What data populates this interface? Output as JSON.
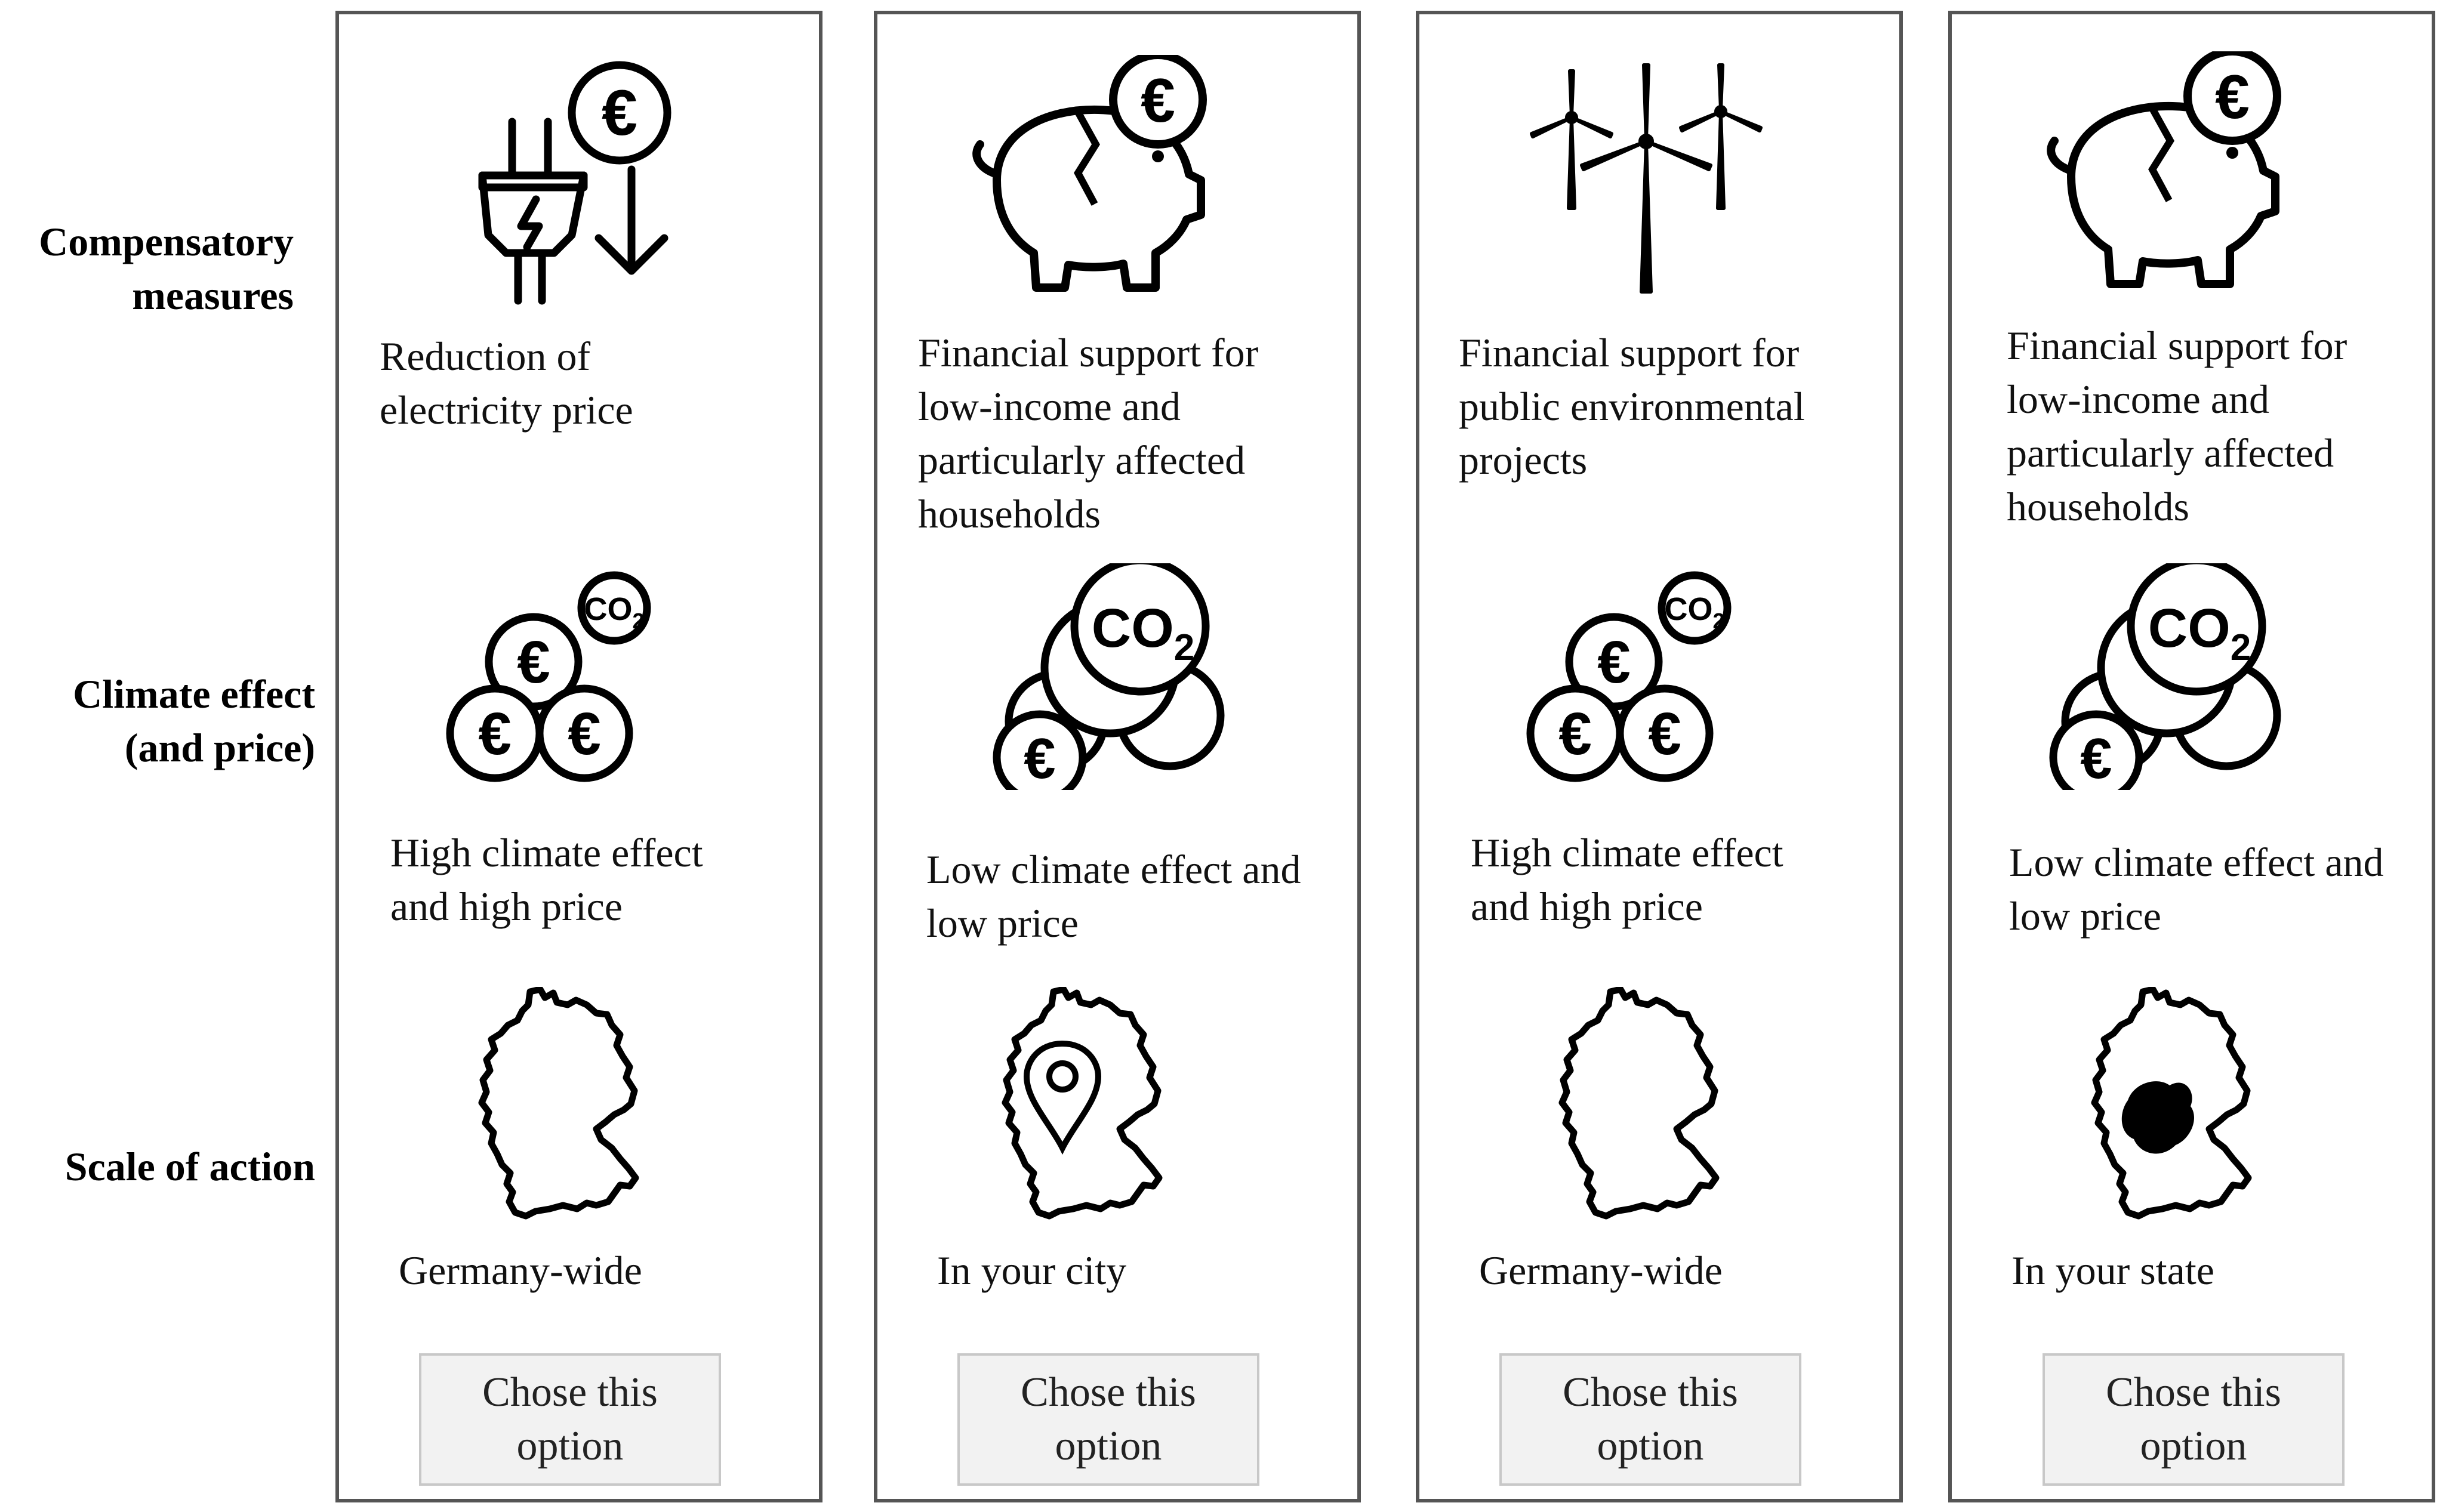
{
  "row_labels": {
    "compensatory": "Compensatory\nmeasures",
    "climate": "Climate effect\n(and price)",
    "scale": "Scale of action"
  },
  "options": [
    {
      "measure_icon": "electric-plug-euro-down-icon",
      "measure": "Reduction of\nelectricity price",
      "climate_icon": "euro-coins-small-co2-icon",
      "climate": "High climate effect\nand high price",
      "scale_icon": "germany-map-icon",
      "scale": "Germany-wide",
      "button": "Chose this\noption"
    },
    {
      "measure_icon": "broken-piggy-bank-euro-icon",
      "measure": "Financial support for\nlow-income and\nparticularly affected\nhouseholds",
      "climate_icon": "large-co2-cloud-small-euro-icon",
      "climate": "Low climate effect and\nlow price",
      "scale_icon": "germany-map-city-pin-icon",
      "scale": "In your city",
      "button": "Chose this\noption"
    },
    {
      "measure_icon": "wind-turbines-icon",
      "measure": "Financial support for\npublic environmental\nprojects",
      "climate_icon": "euro-coins-small-co2-icon",
      "climate": "High climate effect\nand high price",
      "scale_icon": "germany-map-icon",
      "scale": "Germany-wide",
      "button": "Chose this\noption"
    },
    {
      "measure_icon": "broken-piggy-bank-euro-icon",
      "measure": "Financial support for\nlow-income and\nparticularly affected\nhouseholds",
      "climate_icon": "large-co2-cloud-small-euro-icon",
      "climate": "Low climate effect and\nlow price",
      "scale_icon": "germany-map-state-highlight-icon",
      "scale": "In your state",
      "button": "Chose this\noption"
    }
  ],
  "icon_glyphs": {
    "euro": "€",
    "co2": "CO",
    "co2_sub": "2"
  }
}
